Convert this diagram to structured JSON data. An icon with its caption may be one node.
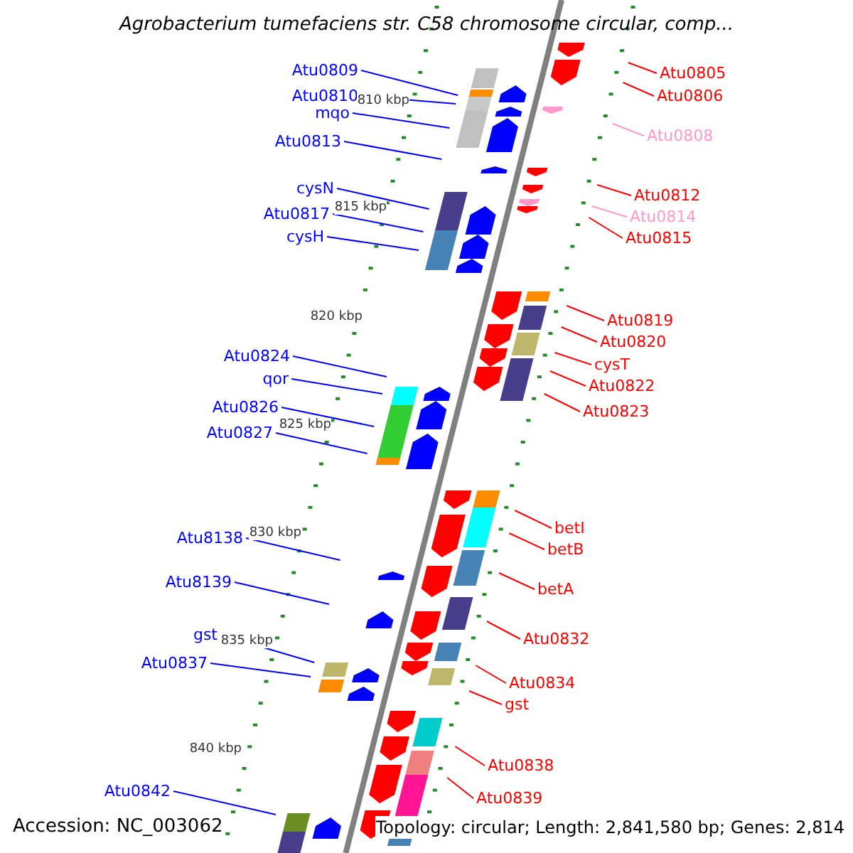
{
  "diagram": {
    "title": "Agrobacterium tumefaciens str. C58 chromosome circular, comp...",
    "nodes": [
      {
        "text": [
          "Atu0809"
        ]
      },
      {
        "text": [
          "Atu0810"
        ]
      },
      {
        "text": [
          "mqo"
        ]
      },
      {
        "text": [
          "Atu0813"
        ]
      },
      {
        "text": [
          "cysN"
        ]
      },
      {
        "text": [
          "Atu0817"
        ]
      },
      {
        "text": [
          "cysH"
        ]
      },
      {
        "text": [
          "Atu0824"
        ]
      },
      {
        "text": [
          "qor"
        ]
      },
      {
        "text": [
          "Atu0826"
        ]
      },
      {
        "text": [
          "Atu0827"
        ]
      },
      {
        "text": [
          "Atu8138"
        ]
      },
      {
        "text": [
          "Atu8139"
        ]
      },
      {
        "text": [
          "gst"
        ]
      },
      {
        "text": [
          "Atu0837"
        ]
      },
      {
        "text": [
          "Atu0842"
        ]
      },
      {
        "text": [
          "Atu0805"
        ]
      },
      {
        "text": [
          "Atu0806"
        ]
      },
      {
        "text": [
          "Atu0808"
        ]
      },
      {
        "text": [
          "Atu0812"
        ]
      },
      {
        "text": [
          "Atu0814"
        ]
      },
      {
        "text": [
          "Atu0815"
        ]
      },
      {
        "text": [
          "Atu0819"
        ]
      },
      {
        "text": [
          "Atu0820"
        ]
      },
      {
        "text": [
          "cysT"
        ]
      },
      {
        "text": [
          "Atu0822"
        ]
      },
      {
        "text": [
          "Atu0823"
        ]
      },
      {
        "text": [
          "betI"
        ]
      },
      {
        "text": [
          "betB"
        ]
      },
      {
        "text": [
          "betA"
        ]
      },
      {
        "text": [
          "Atu0832"
        ]
      },
      {
        "text": [
          "Atu0834"
        ]
      },
      {
        "text": [
          "gst"
        ]
      },
      {
        "text": [
          "Atu0838"
        ]
      },
      {
        "text": [
          "Atu0839"
        ]
      }
    ],
    "edges": [
      {
        "from": 0,
        "to": null,
        "arrow": "none",
        "color": "#0000ff"
      },
      {
        "from": 1,
        "to": null,
        "arrow": "none",
        "color": "#0000ff"
      },
      {
        "from": 2,
        "to": null,
        "arrow": "none",
        "color": "#0000ff"
      },
      {
        "from": 3,
        "to": null,
        "arrow": "none",
        "color": "#0000ff"
      },
      {
        "from": 4,
        "to": null,
        "arrow": "none",
        "color": "#0000ff"
      },
      {
        "from": 5,
        "to": null,
        "arrow": "none",
        "color": "#0000ff"
      },
      {
        "from": 6,
        "to": null,
        "arrow": "none",
        "color": "#0000ff"
      },
      {
        "from": 7,
        "to": null,
        "arrow": "none",
        "color": "#0000ff"
      },
      {
        "from": 8,
        "to": null,
        "arrow": "none",
        "color": "#0000ff"
      },
      {
        "from": 9,
        "to": null,
        "arrow": "none",
        "color": "#0000ff"
      },
      {
        "from": 10,
        "to": null,
        "arrow": "none",
        "color": "#0000ff"
      },
      {
        "from": 11,
        "to": null,
        "arrow": "none",
        "color": "#0000ff"
      },
      {
        "from": 12,
        "to": null,
        "arrow": "none",
        "color": "#0000ff"
      },
      {
        "from": 13,
        "to": null,
        "arrow": "none",
        "color": "#0000ff"
      },
      {
        "from": 14,
        "to": null,
        "arrow": "none",
        "color": "#0000ff"
      },
      {
        "from": 15,
        "to": null,
        "arrow": "none",
        "color": "#0000ff"
      },
      {
        "from": 16,
        "to": null,
        "arrow": "none"
      },
      {
        "from": 17,
        "to": null,
        "arrow": "none"
      },
      {
        "from": 18,
        "to": null,
        "arrow": "none",
        "color": "#ff99cc"
      },
      {
        "from": 19,
        "to": null,
        "arrow": "none"
      },
      {
        "from": 20,
        "to": null,
        "arrow": "none",
        "color": "#ff99cc"
      },
      {
        "from": 21,
        "to": null,
        "arrow": "none"
      },
      {
        "from": 22,
        "to": null,
        "arrow": "none"
      },
      {
        "from": 23,
        "to": null,
        "arrow": "none"
      },
      {
        "from": 24,
        "to": null,
        "arrow": "none"
      },
      {
        "from": 25,
        "to": null,
        "arrow": "none"
      },
      {
        "from": 26,
        "to": null,
        "arrow": "none"
      },
      {
        "from": 27,
        "to": null,
        "arrow": "none"
      },
      {
        "from": 28,
        "to": null,
        "arrow": "none"
      },
      {
        "from": 29,
        "to": null,
        "arrow": "none"
      },
      {
        "from": 30,
        "to": null,
        "arrow": "none"
      },
      {
        "from": 31,
        "to": null,
        "arrow": "none"
      },
      {
        "from": 32,
        "to": null,
        "arrow": "none"
      },
      {
        "from": 33,
        "to": null,
        "arrow": "none"
      },
      {
        "from": 34,
        "to": null,
        "arrow": "none"
      }
    ],
    "labels": [
      "810 kbp",
      "815 kbp",
      "820 kbp",
      "825 kbp",
      "830 kbp",
      "835 kbp",
      "840 kbp",
      "Accession: NC_003062",
      "Topology: circular; Length: 2,841,580 bp; Genes: 2,814"
    ]
  }
}
